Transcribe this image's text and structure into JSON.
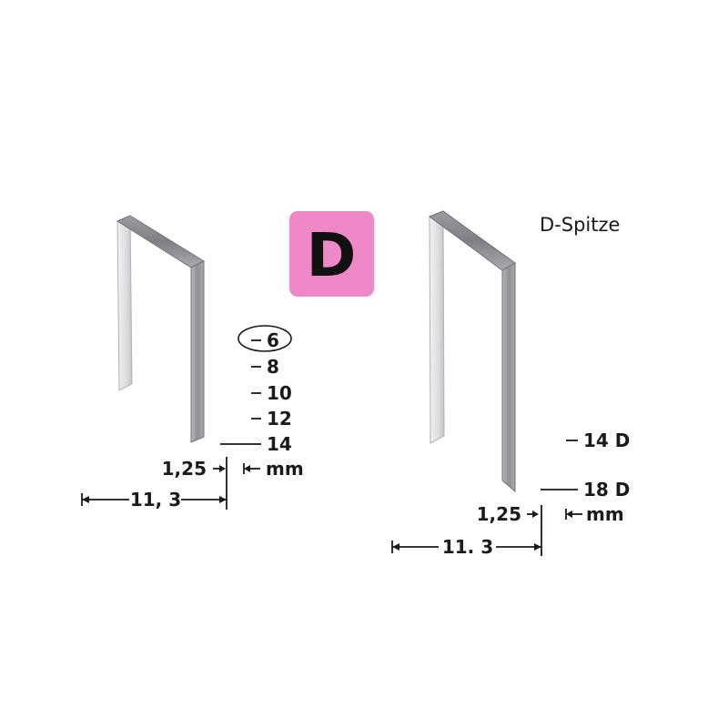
{
  "badge": {
    "letter": "D",
    "color": "#ef88c8"
  },
  "left_staple": {
    "lengths": [
      "6",
      "8",
      "10",
      "12",
      "14"
    ],
    "highlighted_length": "6",
    "wire_thickness": "1,25",
    "unit": "mm",
    "crown_width": "11, 3"
  },
  "right_staple": {
    "tip_label": "D-Spitze",
    "lengths": [
      "14 D",
      "18 D"
    ],
    "wire_thickness": "1,25",
    "unit": "mm",
    "crown_width": "11. 3"
  },
  "colors": {
    "metal_light": "#e4e4e6",
    "metal_dark": "#8c8e92",
    "metal_edge": "#6f7176",
    "ink": "#1a1a1a"
  }
}
